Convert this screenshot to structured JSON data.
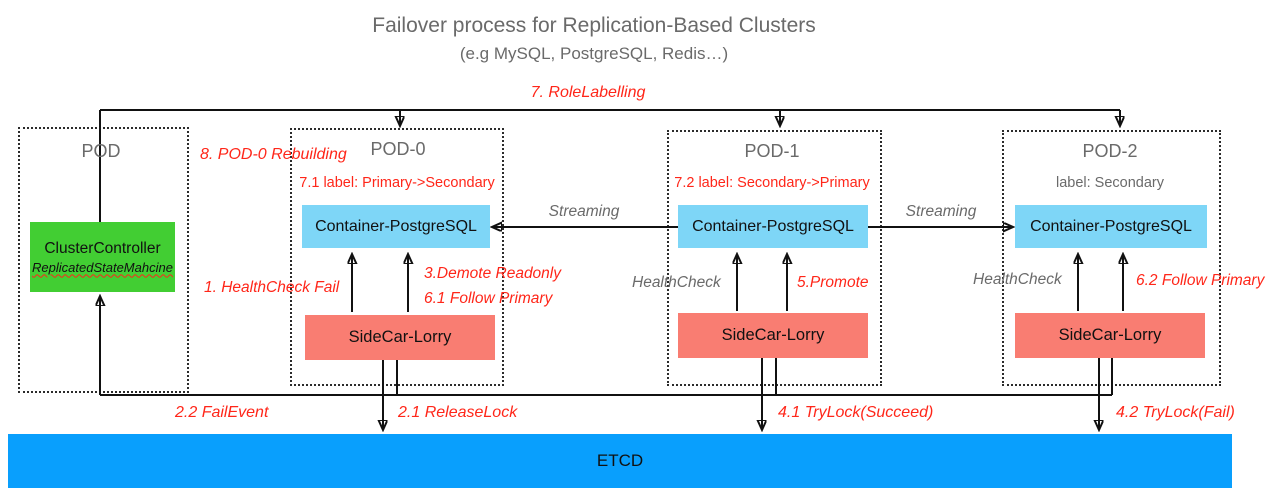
{
  "title": "Failover process for Replication-Based Clusters",
  "subtitle": "(e.g MySQL, PostgreSQL, Redis…)",
  "colors": {
    "controller_green": "#42ce33",
    "sidecar_salmon": "#f97d72",
    "container_blue": "#7ed6f7",
    "etcd_blue": "#099ffd",
    "annotation_red": "#ff2619",
    "muted_gray": "#6a6a6a"
  },
  "controller": {
    "title": "ClusterController",
    "subtitle": "ReplicatedStateMahcine"
  },
  "pods": [
    {
      "title": "POD"
    },
    {
      "title": "POD-0",
      "role_label": "7.1 label: Primary->Secondary",
      "container": "Container-PostgreSQL",
      "sidecar": "SideCar-Lorry",
      "arrow_labels": [
        "1. HealthCheck Fail",
        "3.Demote Readonly",
        "6.1 Follow Primary"
      ]
    },
    {
      "title": "POD-1",
      "role_label": "7.2 label: Secondary->Primary",
      "container": "Container-PostgreSQL",
      "sidecar": "SideCar-Lorry",
      "arrow_labels": [
        "HealthCheck",
        "5.Promote"
      ]
    },
    {
      "title": "POD-2",
      "role_label": "label: Secondary",
      "container": "Container-PostgreSQL",
      "sidecar": "SideCar-Lorry",
      "arrow_labels": [
        "HealthCheck",
        "6.2 Follow Primary"
      ]
    }
  ],
  "flows": {
    "role_labelling": "7. RoleLabelling",
    "pod0_rebuilding": "8. POD-0 Rebuilding",
    "streaming_left": "Streaming",
    "streaming_right": "Streaming",
    "fail_event": "2.2 FailEvent",
    "release_lock": "2.1 ReleaseLock",
    "trylock_succeed": "4.1 TryLock(Succeed)",
    "trylock_fail": "4.2 TryLock(Fail)"
  },
  "etcd": {
    "label": "ETCD"
  }
}
